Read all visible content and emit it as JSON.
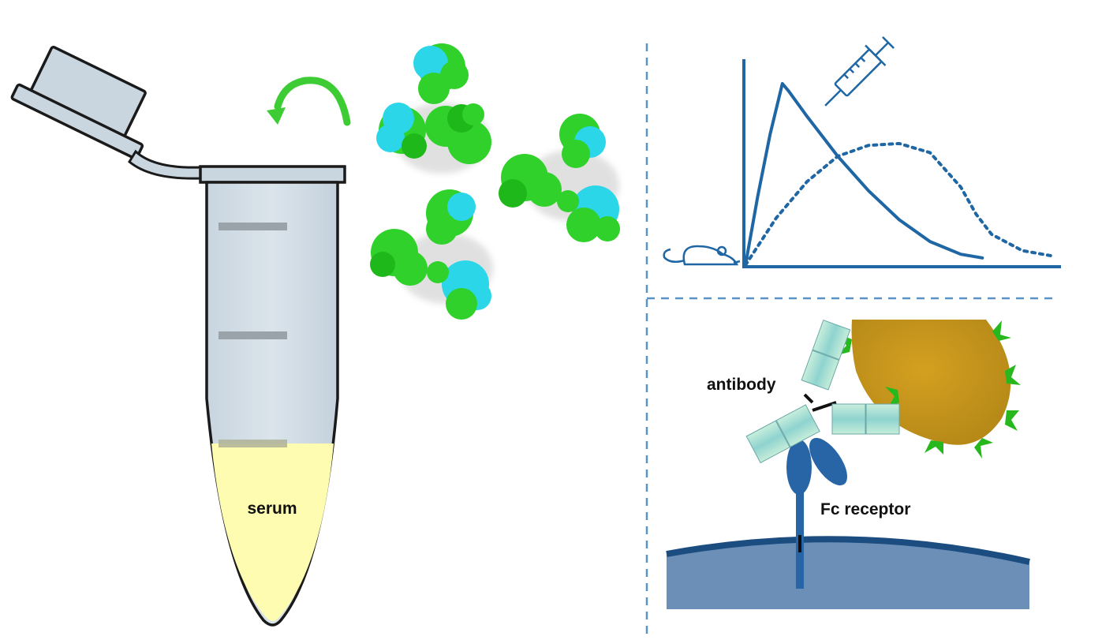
{
  "labels": {
    "serum": "serum",
    "antibody": "antibody",
    "fc_receptor": "Fc receptor"
  },
  "colors": {
    "tube_fill": "#d3dde5",
    "tube_outline": "#1a1a1a",
    "serum_fill": "#fdfcb0",
    "graduation": "#9aa3aa",
    "antibody_green": "#2fd12a",
    "antibody_cyan": "#2ad6e8",
    "arrow_green": "#3ecc35",
    "chart_blue": "#1f67a4",
    "divider_blue": "#5b93c7",
    "pathogen_gold": "#cf9a16",
    "spike_green": "#27b81d",
    "membrane_blue": "#6c8fb8",
    "membrane_edge": "#1c4d80",
    "receptor_blue": "#2865a6",
    "domain_cyan": "#9fdcd8"
  },
  "chart_data": {
    "type": "line",
    "title": "",
    "xlabel": "",
    "ylabel": "",
    "x_range": [
      0,
      100
    ],
    "y_range": [
      0,
      100
    ],
    "series": [
      {
        "line_style": "solid",
        "x": [
          0,
          4,
          8,
          12,
          14,
          20,
          30,
          40,
          50,
          60,
          70,
          77
        ],
        "y": [
          0,
          38,
          72,
          100,
          96,
          82,
          60,
          41,
          25,
          13,
          6,
          4
        ]
      },
      {
        "line_style": "dotted",
        "x": [
          0,
          10,
          20,
          30,
          40,
          50,
          60,
          70,
          75,
          80,
          90,
          100
        ],
        "y": [
          0,
          26,
          46,
          60,
          66,
          67,
          62,
          43,
          28,
          17,
          8,
          5
        ]
      }
    ]
  },
  "icons": {
    "syringe": "syringe-icon",
    "mouse": "mouse-icon",
    "flip_arrow": "curved-arrow-icon"
  }
}
